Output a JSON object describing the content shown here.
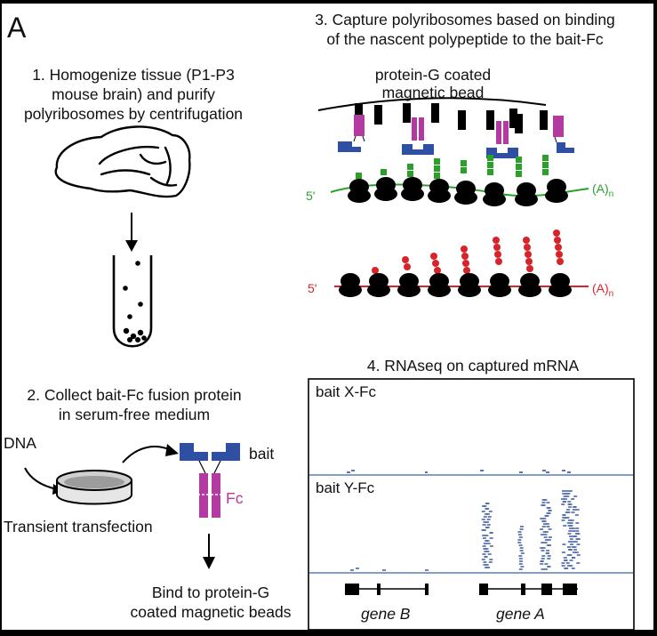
{
  "panel_label": "A",
  "steps": {
    "step1": {
      "line1": "1. Homogenize tissue (P1-P3",
      "line2": "mouse brain) and purify",
      "line3": "polyribosomes by centrifugation"
    },
    "step2": {
      "line1": "2. Collect bait-Fc fusion protein",
      "line2": "in serum-free medium"
    },
    "step3": {
      "line1": "3. Capture polyribosomes based on binding",
      "line2": "of the nascent polypeptide to the bait-Fc"
    },
    "step4": {
      "title": "4. RNAseq on captured mRNA"
    }
  },
  "labels": {
    "dna": "DNA",
    "transfection": "Transient transfection",
    "bait": "bait",
    "fc": "Fc",
    "bind_line1": "Bind to protein-G",
    "bind_line2": "coated magnetic beads",
    "bead_line1": "protein-G coated",
    "bead_line2": "magnetic bead",
    "five_prime_green": "5'",
    "polyA_green": "(A)",
    "polyA_green_sub": "n",
    "five_prime_red": "5'",
    "polyA_red": "(A)",
    "polyA_red_sub": "n"
  },
  "rnaseq": {
    "track1_label": "bait X-Fc",
    "track2_label": "bait Y-Fc",
    "gene_b": "gene B",
    "gene_a": "gene A"
  },
  "colors": {
    "green": "#2aa02a",
    "red": "#d9232a",
    "magenta": "#b23aa0",
    "blue": "#2f4fa3",
    "track_line": "#5b7fb8",
    "reads": "#2f4fa3"
  }
}
